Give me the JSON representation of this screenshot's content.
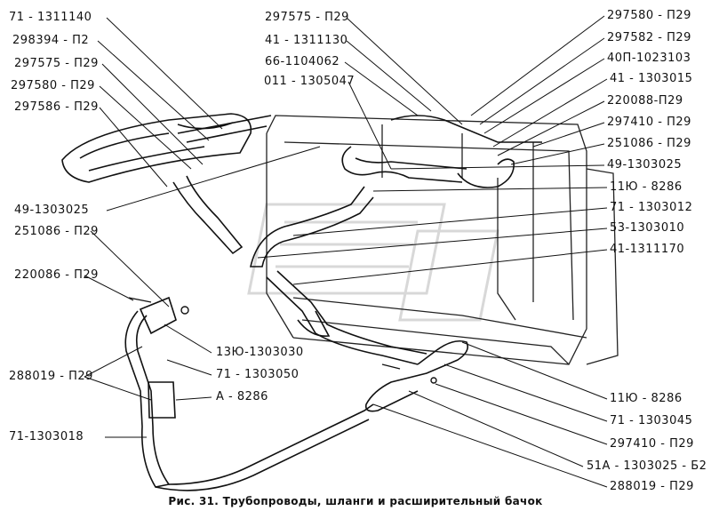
{
  "caption": "Рис. 31. Трубопроводы, шланги и расширительный бачок",
  "labels_left": [
    "71 - 1311140",
    "298394 - П2",
    "297575 - П29",
    "297580 - П29",
    "297586 - П29",
    "49-1303025",
    "251086 - П29",
    "220086 - П29",
    "288019 - П29",
    "71-1303018"
  ],
  "labels_center": [
    "297575 - П29",
    "41 - 1311130",
    "66-1104062",
    "011 - 1305047",
    "13Ю-1303030",
    "71 - 1303050",
    "А - 8286"
  ],
  "labels_right": [
    "297580 - П29",
    "297582 - П29",
    "40П-1023103",
    "41 - 1303015",
    "220088-П29",
    "297410 - П29",
    "251086 - П29",
    "49-1303025",
    "11Ю - 8286",
    "71 - 1303012",
    "53-1303010",
    "41-1311170"
  ],
  "labels_bottom_right": [
    "11Ю - 8286",
    "71 - 1303045",
    "297410 - П29",
    "51А - 1303025 - Б2",
    "288019 - П29"
  ]
}
